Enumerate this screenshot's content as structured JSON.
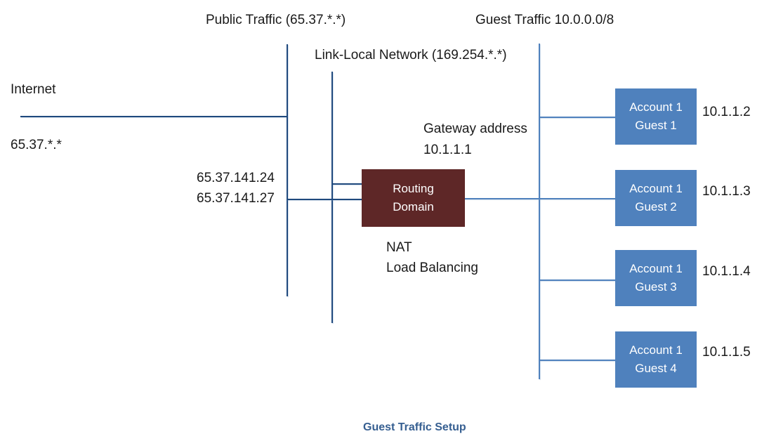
{
  "diagram": {
    "labels": {
      "public_traffic": "Public Traffic (65.37.*.*)",
      "guest_traffic": "Guest Traffic 10.0.0.0/8",
      "link_local": "Link-Local Network (169.254.*.*)",
      "internet": "Internet",
      "public_range": "65.37.*.*",
      "public_ip_1": "65.37.141.24",
      "public_ip_2": "65.37.141.27",
      "gateway_line1": "Gateway address",
      "gateway_line2": "10.1.1.1",
      "nat": "NAT",
      "load_balancing": "Load Balancing"
    },
    "routing_domain": {
      "line1": "Routing",
      "line2": "Domain"
    },
    "guests": [
      {
        "line1": "Account 1",
        "line2": "Guest 1",
        "ip": "10.1.1.2"
      },
      {
        "line1": "Account 1",
        "line2": "Guest 2",
        "ip": "10.1.1.3"
      },
      {
        "line1": "Account 1",
        "line2": "Guest 3",
        "ip": "10.1.1.4"
      },
      {
        "line1": "Account 1",
        "line2": "Guest 4",
        "ip": "10.1.1.5"
      }
    ],
    "caption": "Guest Traffic Setup",
    "colors": {
      "dark_line": "#1F497D",
      "light_line": "#4F81BD",
      "guest_box_fill": "#4F81BD",
      "routing_box_fill": "#5E2727",
      "caption_color": "#365F91",
      "text_color": "#1a1a1a"
    }
  }
}
